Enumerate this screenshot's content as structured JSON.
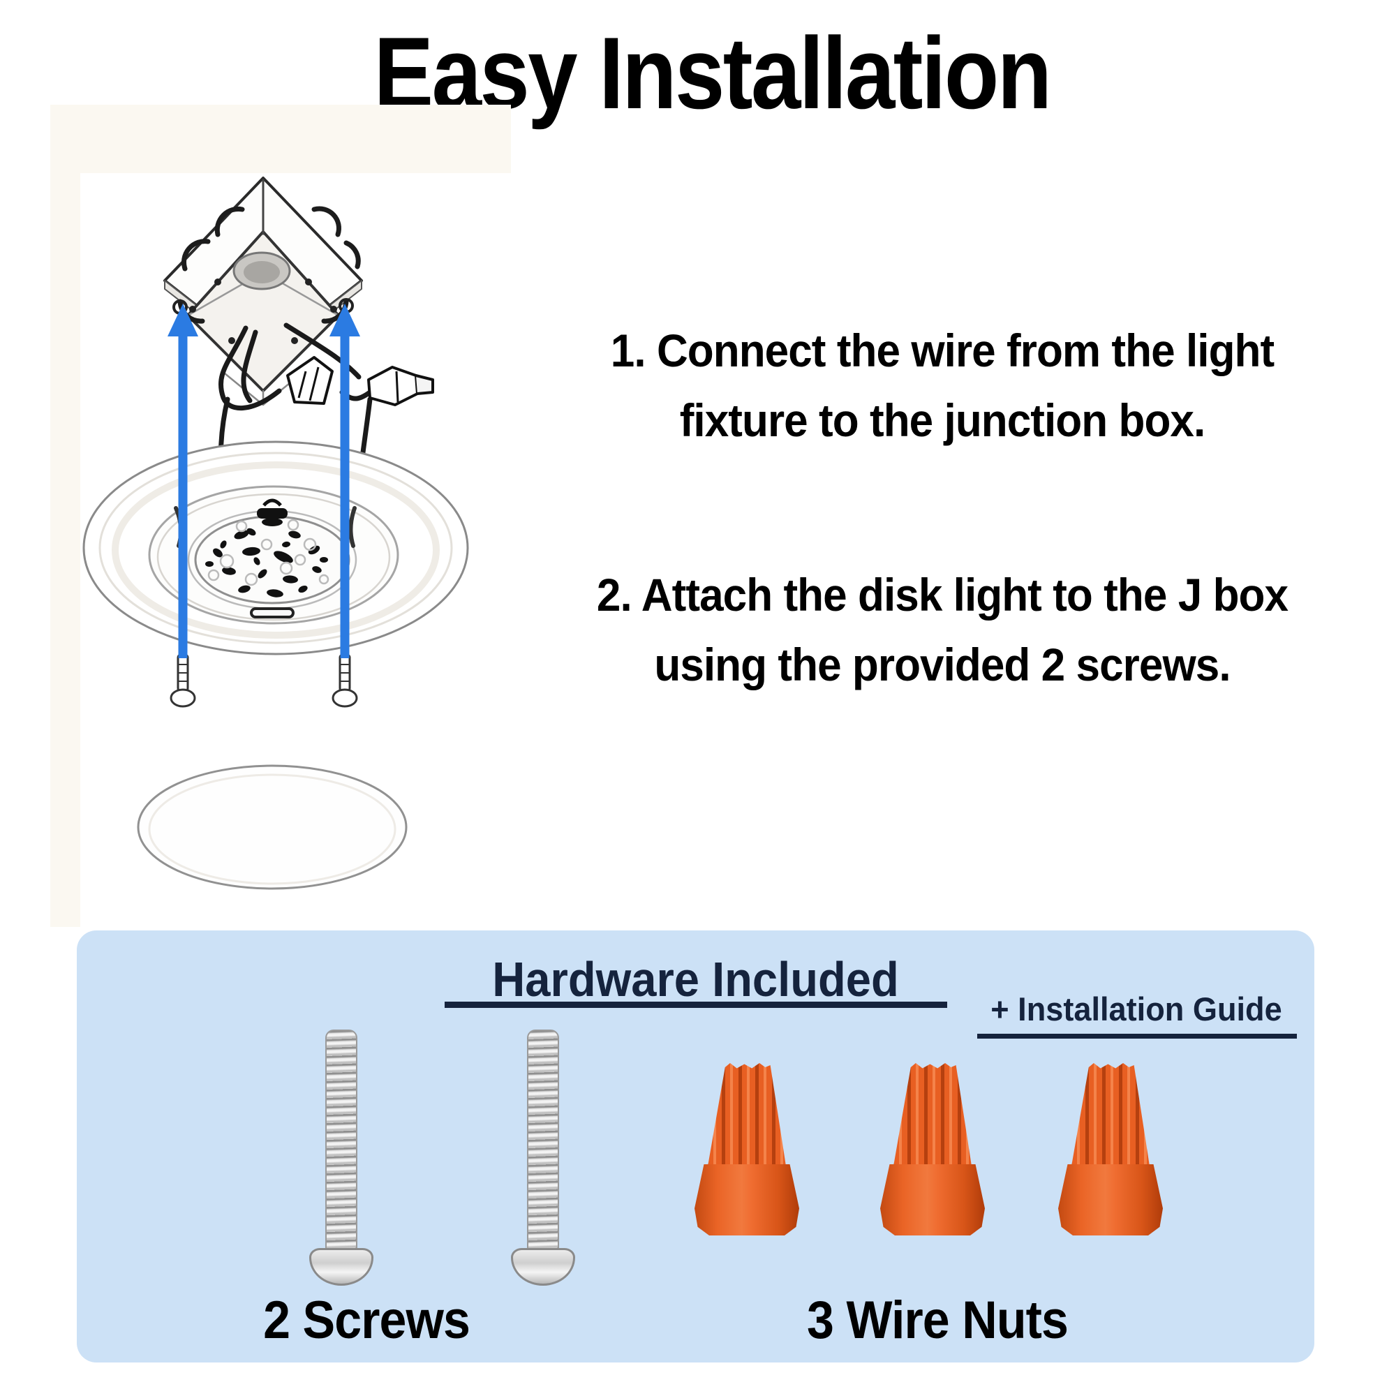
{
  "title": "Easy Installation",
  "steps": [
    {
      "line1": "1. Connect the wire from the light",
      "line2": "fixture to the junction box."
    },
    {
      "line1": "2. Attach the disk light to the J box",
      "line2": "using the provided 2 screws."
    }
  ],
  "hardware": {
    "title": "Hardware Included",
    "subtitle": "+ Installation Guide",
    "screws_label": "2 Screws",
    "wire_nuts_label": "3 Wire Nuts",
    "screw_count": 2,
    "wire_nut_count": 3
  },
  "colors": {
    "panel_background": "#cce1f6",
    "heading_navy": "#15233d",
    "arrow_blue": "#2b7be2",
    "wire_nut_orange": "#e85f22",
    "text_black": "#000000"
  }
}
